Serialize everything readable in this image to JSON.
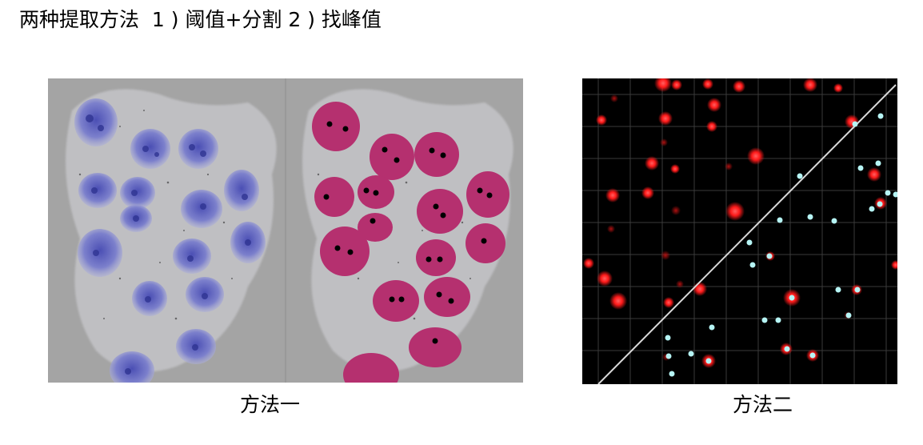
{
  "header": {
    "title": "两种提取方法  1 ) 阈值+分割 2 ) 找峰值"
  },
  "panels": [
    {
      "caption": "方法一"
    },
    {
      "caption": "方法二"
    }
  ],
  "colors": {
    "cell_blue": "#5a5fc2",
    "mask_magenta": "#b5306f",
    "peak_red": "#ff1a1a",
    "peak_cyan": "#b6f4f4",
    "grid": "#3a3a3a",
    "diagonal": "#d9d9d9"
  }
}
